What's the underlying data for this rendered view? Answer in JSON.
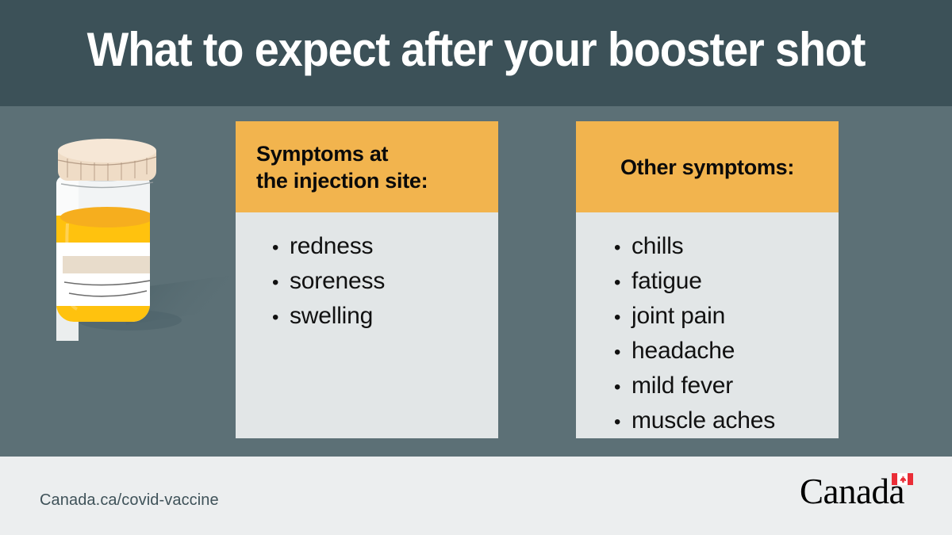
{
  "header": {
    "title": "What to expect after your booster shot",
    "background_color": "#3C5158",
    "title_color": "#FFFFFF"
  },
  "stage": {
    "background_color": "#5C7076"
  },
  "illustration": {
    "name": "vaccine-vial",
    "cap_color": "#EFDCC6",
    "glass_color": "#F4F5F6",
    "liquid_color": "#FFC20E",
    "label_color": "#FFFFFF",
    "label_band_color": "#E8DCCB"
  },
  "cards": [
    {
      "id": "injection-site",
      "heading": "Symptoms at\nthe injection site:",
      "heading_align": "left",
      "header_color": "#F2B44E",
      "body_color": "#E2E6E7",
      "bullet": "•",
      "items": [
        "redness",
        "soreness",
        "swelling"
      ]
    },
    {
      "id": "other-symptoms",
      "heading": "Other symptoms:",
      "heading_align": "center",
      "header_color": "#F2B44E",
      "body_color": "#E2E6E7",
      "bullet": "•",
      "items": [
        "chills",
        "fatigue",
        "joint pain",
        "headache",
        "mild fever",
        "muscle aches"
      ]
    }
  ],
  "footer": {
    "url": "Canada.ca/covid-vaccine",
    "background_color": "#ECEEEF",
    "url_color": "#3F5259",
    "wordmark": "Canada",
    "flag_color": "#EA2D37"
  }
}
